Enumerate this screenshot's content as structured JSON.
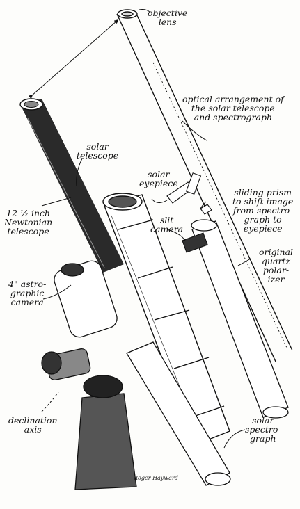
{
  "labels": {
    "objective_lens": "objective\nlens",
    "optical_arrangement": "optical arrangement of\nthe solar telescope\nand spectrograph",
    "solar_telescope": "solar\ntelescope",
    "solar_eyepiece": "solar\neyepiece",
    "sliding_prism": "sliding prism\nto shift image\nfrom spectro-\ngraph to\neyepiece",
    "newtonian": "12 ½ inch\nNewtonian\ntelescope",
    "slit_camera": "slit\ncamera",
    "quartz_polarizer": "original\nquartz\npolar-\nizer",
    "astrographic": "4\" astro-\ngraphic\ncamera",
    "declination": "declination\naxis",
    "spectrograph": "solar\nspectro-\ngraph",
    "signature": "Roger Hayward"
  },
  "colors": {
    "ink": "#111111",
    "paper": "#fdfdfb",
    "shade": "#2a2a2a"
  }
}
